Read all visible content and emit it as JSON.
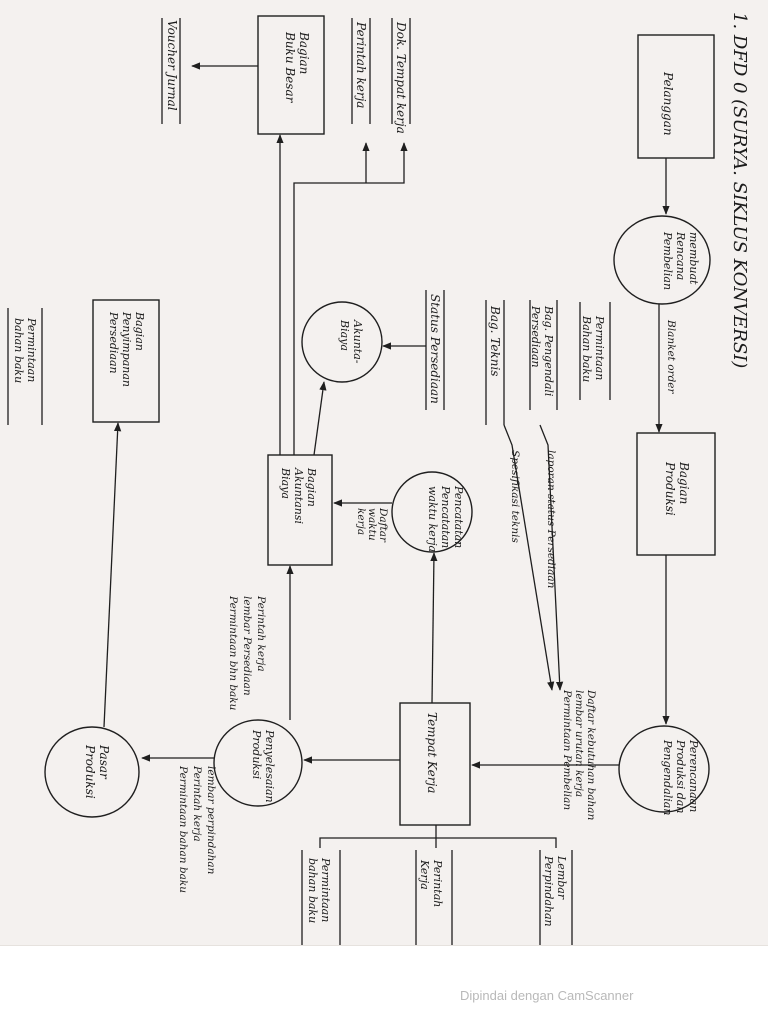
{
  "title": "1. DFD 0 (SURYA. SIKLUS KONVERSI)",
  "footer": "Dipindai dengan CamScanner",
  "colors": {
    "paper": "#f4f1ef",
    "ink": "#1f1f1f",
    "footer": "#b9b9b9"
  },
  "entities": {
    "pelanggan": [
      "Pelanggan"
    ],
    "bagian_produksi": [
      "Bagian",
      "Produksi"
    ],
    "tempat_kerja": [
      "Tempat Kerja"
    ],
    "bagian_akuntansi": [
      "Bagian",
      "Akuntansi",
      "Biaya"
    ],
    "bagian_buku_besar": [
      "Bagian",
      "Buku Besar"
    ],
    "bagian_penyimpanan": [
      "Bagian",
      "Penyimpanan",
      "Persediaan"
    ]
  },
  "processes": {
    "membuat_rencana": [
      "membuat",
      "Rencana",
      "Pembelian"
    ],
    "perencanaan": [
      "Perencanaan",
      "Produksi dan",
      "Pengendalian"
    ],
    "pencatatan": [
      "Pencatatan",
      "Pencatatan",
      "waktu kerja"
    ],
    "akuntansi_biaya": [
      "Akunta-",
      "Biaya"
    ],
    "penyelesaian": [
      "Penyelesaian",
      "Produksi"
    ],
    "pasar_produksi": [
      "Pasar",
      "Produksi"
    ]
  },
  "stores": {
    "dok_tempat_kerja": "Dok. Tempat kerja",
    "perintah_kerja_top": "Perintah kerja",
    "voucher_jurnal": "Voucher Jurnal",
    "permintaan_bahan_baku_top": [
      "Permintaan",
      "Bahan baku"
    ],
    "bagian_pengendali": [
      "Bag. Pengendali",
      "Persediaan"
    ],
    "bagian_teknis": "Bag. Teknis",
    "status_persediaan": "Status Persediaan",
    "permintaan_bahan_baku_left": [
      "Permintaan",
      "bahan baku"
    ],
    "permintaan_bahan_baku_bottom": [
      "Permintaan",
      "bahan baku"
    ],
    "perintah_kerja_bottom": [
      "Perintah",
      "Kerja"
    ],
    "lembar_perpindahan": [
      "Lembar",
      "Perpindahan"
    ]
  },
  "flows": {
    "blanket_order": "Blanket order",
    "laporan_status": "laporan status Persediaan",
    "spesifikasi_teknis": "Spesifikasi teknis",
    "daftar_kebutuhan": [
      "Daftar kebutuhan bahan",
      "lembar urutan kerja",
      "Permintaan Pembelian"
    ],
    "daftar_waktu_kerja": [
      "Daftar",
      "waktu",
      "kerja"
    ],
    "perintah_kerja_group": [
      "Perintah kerja",
      "lembar Persediaan",
      "Permintaan bhn baku"
    ],
    "lembar_perpindahan_group": [
      "lembar perpindahan",
      "Perintah kerja",
      "Permintaan bahan baku"
    ]
  }
}
